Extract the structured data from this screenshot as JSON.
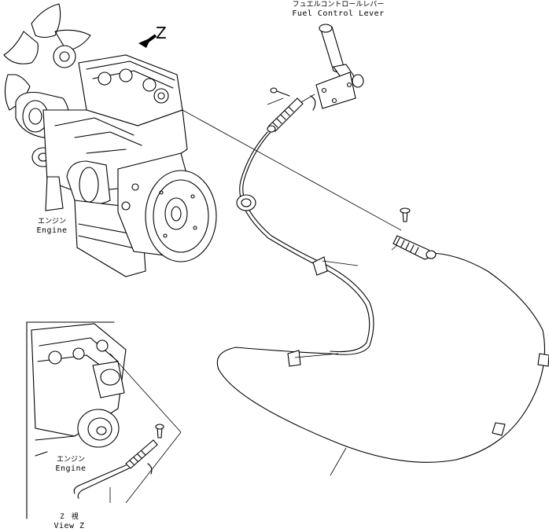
{
  "labels": {
    "fuel_lever_jp": "フュエルコントロールレバー",
    "fuel_lever_en": "Fuel Control Lever",
    "engine_jp": "エンジン",
    "engine_en": "Engine",
    "inset_engine_jp": "エンジン",
    "inset_engine_en": "Engine",
    "view_z_jp": "Z　視",
    "view_z_en": "View Z",
    "arrow_marker": "Z"
  },
  "icons": {
    "view_arrow": "view-direction-arrow"
  }
}
